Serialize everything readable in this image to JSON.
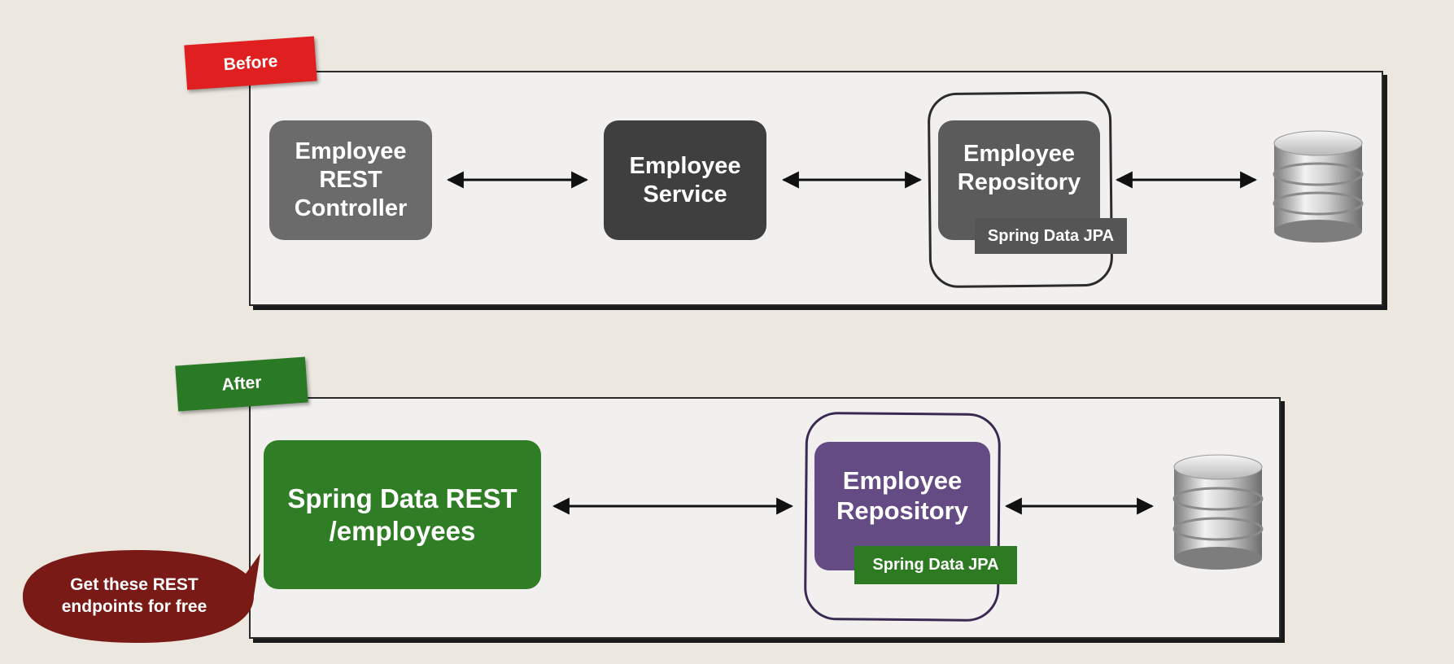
{
  "before": {
    "tag": "Before",
    "controller": "Employee\nREST\nController",
    "service": "Employee\nService",
    "repository": "Employee\nRepository",
    "repository_badge": "Spring Data JPA",
    "database_icon": "database-icon"
  },
  "after": {
    "tag": "After",
    "spring_data_rest": "Spring Data REST\n/employees",
    "repository": "Employee\nRepository",
    "repository_badge": "Spring Data JPA",
    "database_icon": "database-icon"
  },
  "callout": "Get these REST\nendpoints for free",
  "colors": {
    "before_tag": "#e02020",
    "after_tag": "#2a7a25",
    "controller": "#6b6b6b",
    "service": "#3f3f3f",
    "repository_before": "#5b5b5b",
    "spring_data_rest": "#2f7d24",
    "repository_after": "#644b84",
    "callout": "#7a1a16"
  }
}
